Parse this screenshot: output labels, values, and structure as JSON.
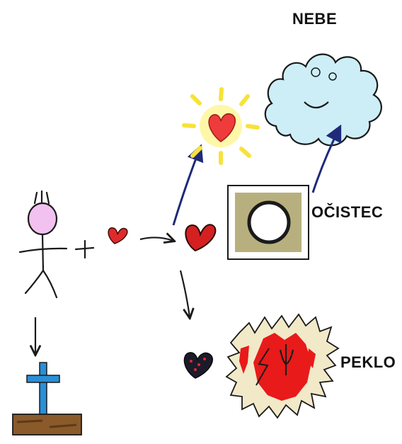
{
  "labels": {
    "heaven": "NEBE",
    "purgatory": "OČISTEC",
    "hell": "PEKLO"
  },
  "colors": {
    "ink": "#1a1a1a",
    "arrow_blue": "#1f2a7a",
    "heart_red": "#e02a2a",
    "halo_yellow": "#f7e23a",
    "cloud_blue": "#cdeef7",
    "frame_khaki": "#b7b07e",
    "fire_red": "#e81a1a",
    "coffin_brown": "#8a5a2b",
    "cross_blue": "#2a8fd6",
    "head_pink": "#f3c1f0"
  },
  "icons": [
    "person-icon",
    "plus-icon",
    "heart-icon",
    "arrow-icon",
    "cross-icon",
    "grave-icon",
    "sun-heart-icon",
    "cloud-icon",
    "frame-icon",
    "fire-icon",
    "dark-heart-icon"
  ]
}
